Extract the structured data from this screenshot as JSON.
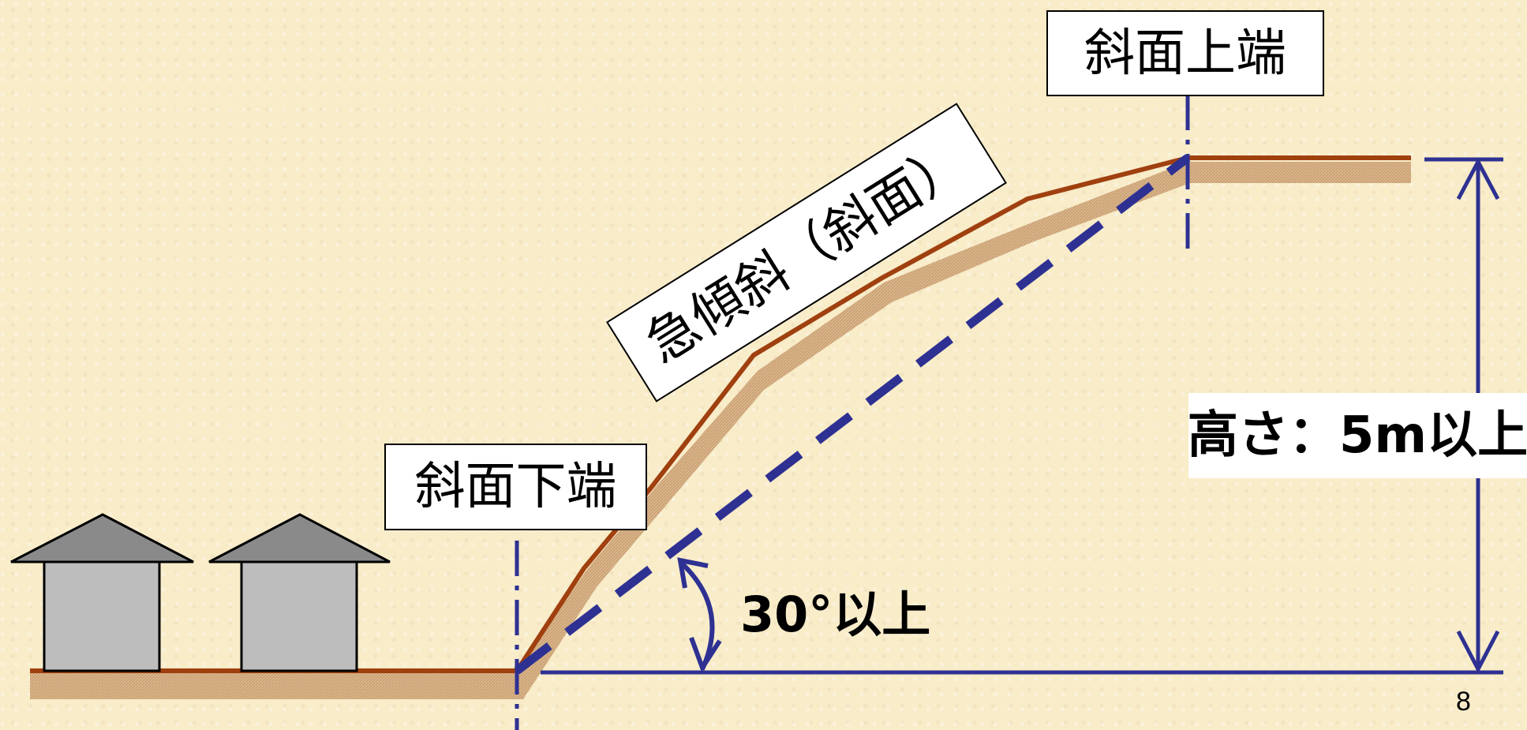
{
  "labels": {
    "slope_top": "斜面上端",
    "slope_bottom": "斜面下端",
    "steep_slope": "急傾斜（斜面）",
    "height": "高さ：5m以上",
    "angle": "30°以上"
  },
  "page_number": "8",
  "colors": {
    "ground_line": "#a0400f",
    "ground_shadow": "#d8b285",
    "guide_lines": "#2e3192",
    "house_roof": "#8a8a8a",
    "house_wall": "#bdbdbd"
  }
}
